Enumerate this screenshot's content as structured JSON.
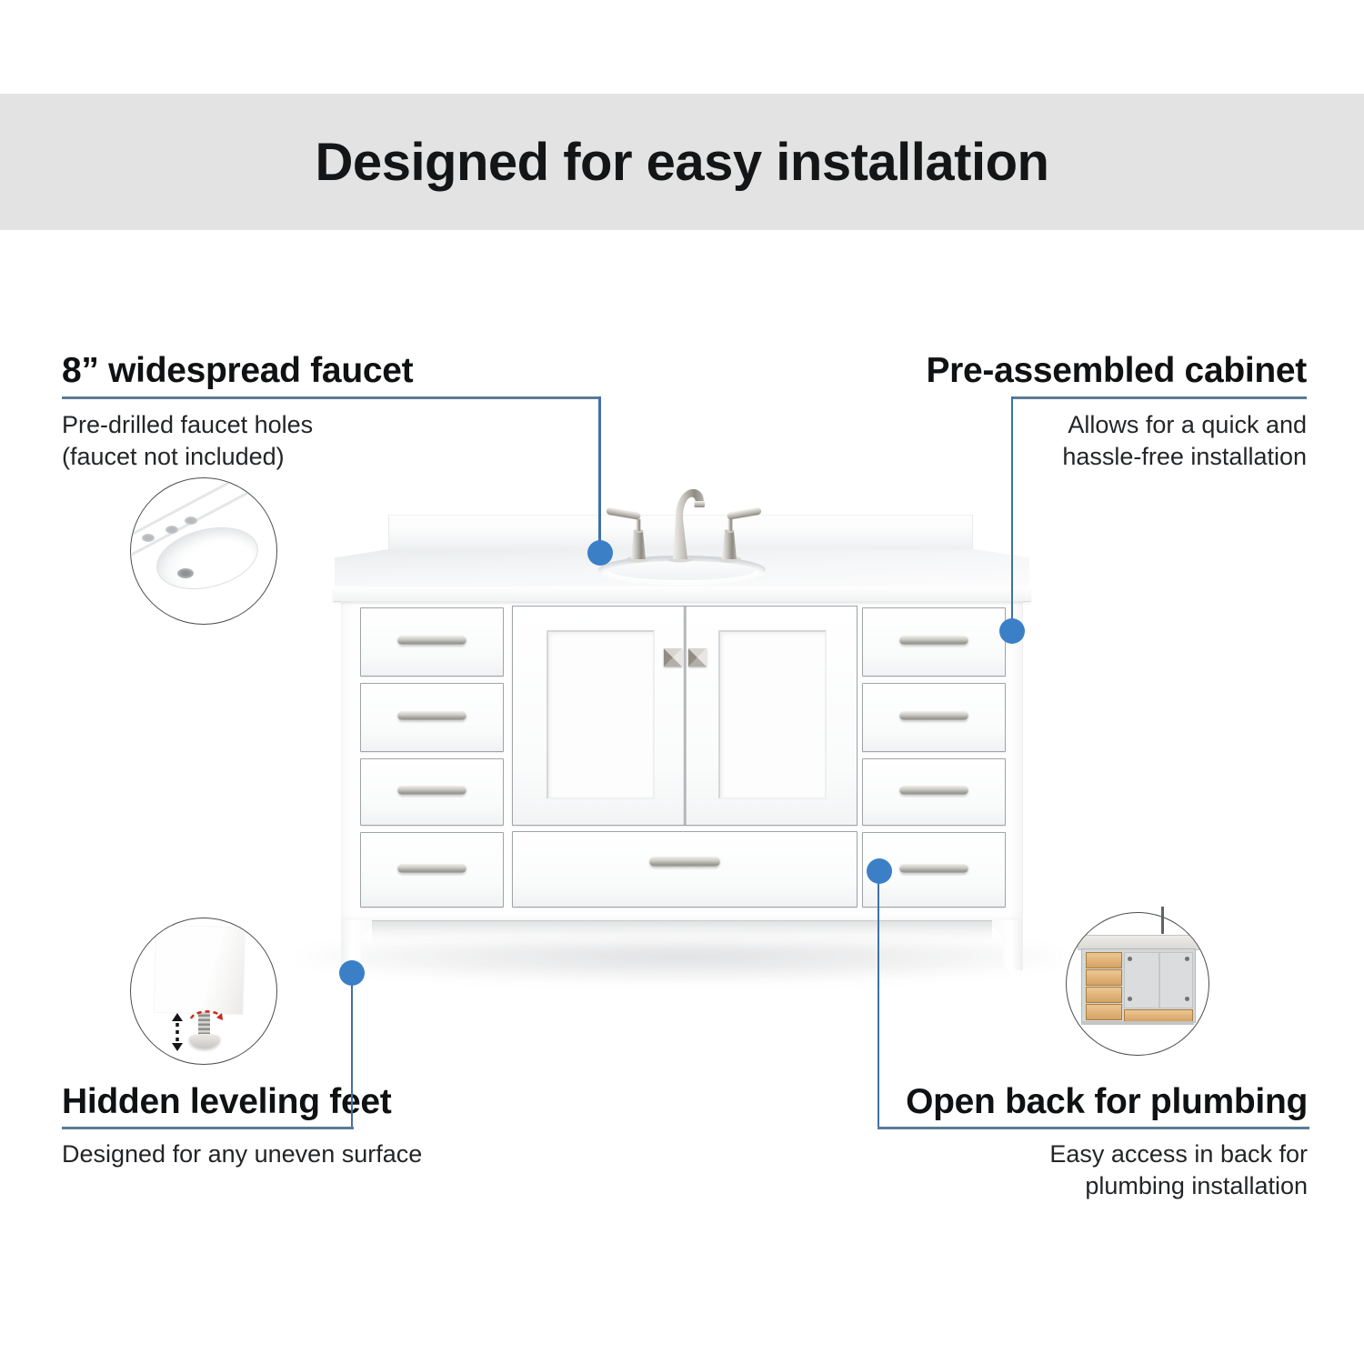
{
  "header": {
    "title": "Designed for easy installation"
  },
  "callouts": {
    "faucet": {
      "title": "8” widespread faucet",
      "description": "Pre-drilled faucet holes\n(faucet not included)"
    },
    "cabinet": {
      "title": "Pre-assembled cabinet",
      "description": "Allows for  a quick and\nhassle-free installation"
    },
    "feet": {
      "title": "Hidden leveling feet",
      "description": "Designed for any uneven surface"
    },
    "plumbing": {
      "title": "Open back for plumbing",
      "description": "Easy access in back for\nplumbing installation"
    }
  },
  "colors": {
    "accent_blue": "#3B80C6",
    "connector_blue": "#3F71A5",
    "rule_blue": "#5C7B95",
    "band_gray": "#E3E3E3"
  }
}
